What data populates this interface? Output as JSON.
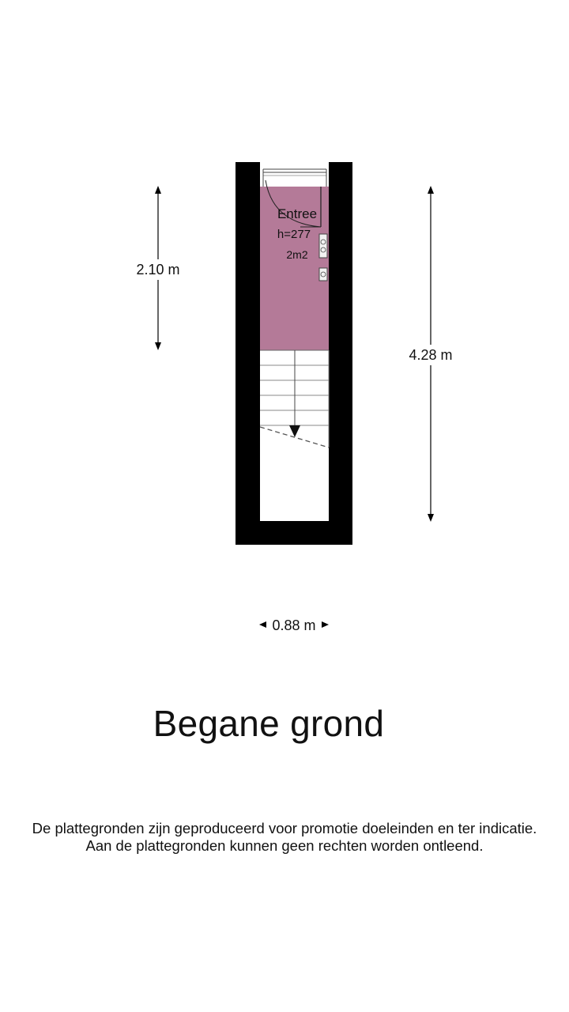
{
  "room": {
    "name": "Entree",
    "height_label": "h=277",
    "area_label": "2m2",
    "fill_color": "#b47a98"
  },
  "dimensions": {
    "left": "2.10 m",
    "right": "4.28 m",
    "bottom": "0.88 m"
  },
  "floor_title": "Begane grond",
  "disclaimer": {
    "line1": "De plattegronden zijn geproduceerd voor promotie doeleinden en ter indicatie.",
    "line2": "Aan de plattegronden kunnen geen rechten worden ontleend."
  },
  "colors": {
    "wall": "#000000",
    "room_fill": "#b47a98",
    "background": "#ffffff"
  }
}
